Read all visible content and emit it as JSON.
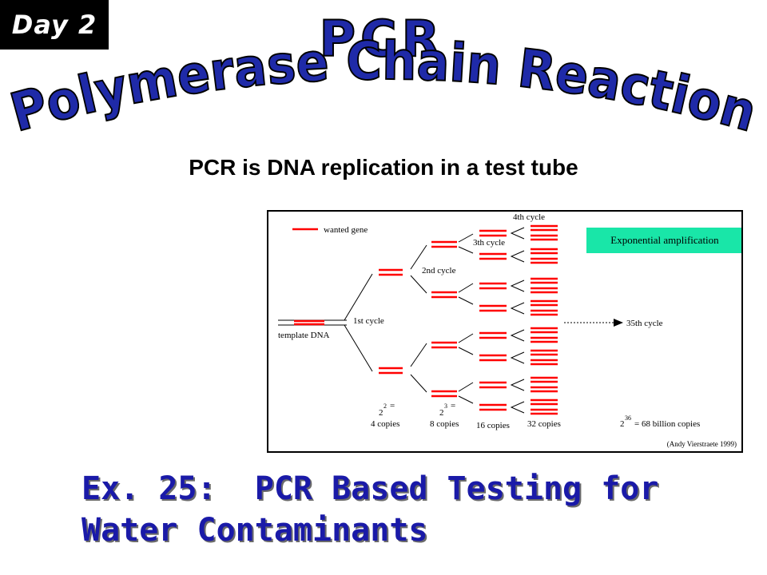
{
  "badge": {
    "text": "Day 2"
  },
  "title": {
    "line1": "PCR",
    "line2": "Polymerase Chain Reaction",
    "color": "#1f2aa8"
  },
  "subtitle": "PCR is DNA replication in a test tube",
  "diagram": {
    "legend": "wanted gene",
    "template_label": "template DNA",
    "cycles": [
      "1st cycle",
      "2nd cycle",
      "3th cycle",
      "4th cycle",
      "35th cycle"
    ],
    "box_label": "Exponential amplification",
    "box_color": "#19e6a8",
    "counts": {
      "c2": {
        "base": "2",
        "exp": "2",
        "eq": "=",
        "label": "4 copies"
      },
      "c3": {
        "base": "2",
        "exp": "3",
        "eq": "=",
        "label": "8 copies"
      },
      "c4": {
        "label": "16 copies"
      },
      "c5": {
        "label": "32 copies"
      },
      "c36": {
        "base": "2",
        "exp": "36",
        "rest": "= 68 billion copies"
      }
    },
    "credit": "(Andy Vierstraete 1999)",
    "gene_color": "#ff0000"
  },
  "footer": {
    "line1": "Ex. 25:  PCR Based Testing for",
    "line2": "Water Contaminants"
  }
}
